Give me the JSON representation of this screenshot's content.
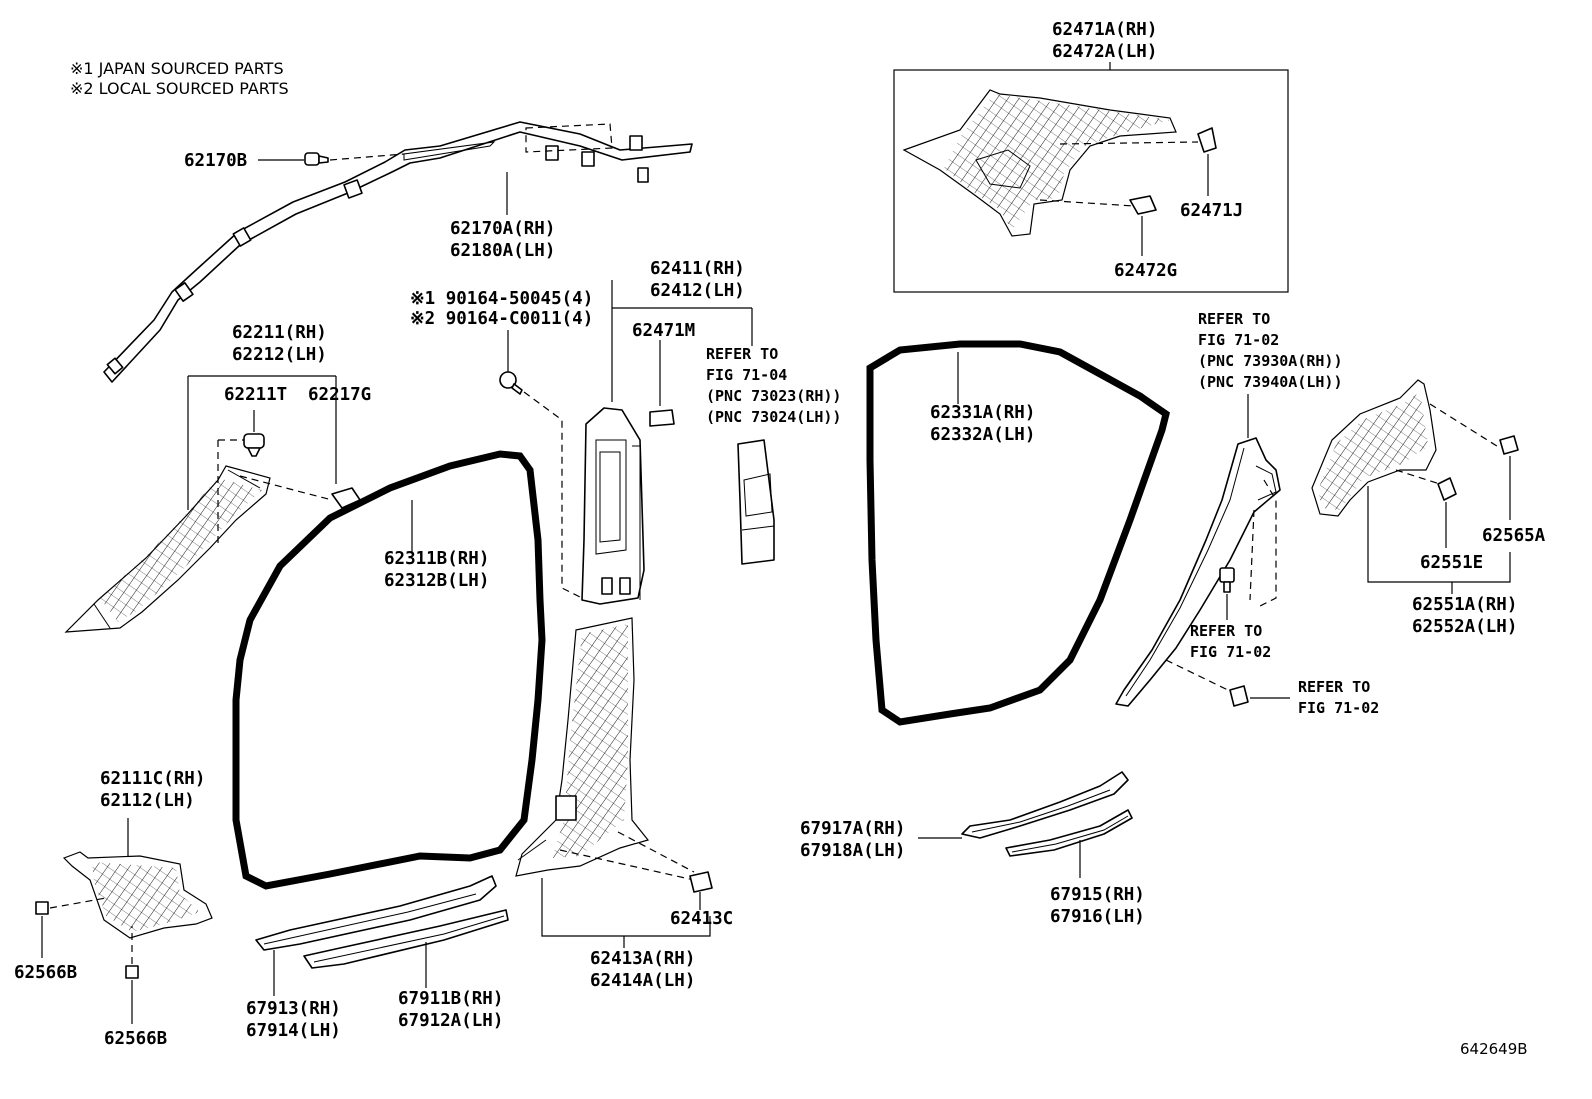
{
  "notes": [
    "※1 JAPAN SOURCED PARTS",
    "※2 LOCAL SOURCED PARTS"
  ],
  "figure_number": "642649B",
  "labels": {
    "p62170B": "62170B",
    "p62170A_rh": "62170A(RH)",
    "p62180A_lh": "62180A(LH)",
    "p62211_rh": "62211(RH)",
    "p62212_lh": "62212(LH)",
    "p62211T": "62211T",
    "p62217G": "62217G",
    "s1_90164": "※1 90164-50045(4)",
    "s2_90164": "※2 90164-C0011(4)",
    "p62411_rh": "62411(RH)",
    "p62412_lh": "62412(LH)",
    "p62471M": "62471M",
    "p62311B_rh": "62311B(RH)",
    "p62312B_lh": "62312B(LH)",
    "p62471A_rh": "62471A(RH)",
    "p62472A_lh": "62472A(LH)",
    "p62471J": "62471J",
    "p62472G": "62472G",
    "p62331A_rh": "62331A(RH)",
    "p62332A_lh": "62332A(LH)",
    "p62565A": "62565A",
    "p62551E": "62551E",
    "p62551A_rh": "62551A(RH)",
    "p62552A_lh": "62552A(LH)",
    "p62111C_rh": "62111C(RH)",
    "p62112_lh": "62112(LH)",
    "p62566B_a": "62566B",
    "p62566B_b": "62566B",
    "p67913_rh": "67913(RH)",
    "p67914_lh": "67914(LH)",
    "p67911B_rh": "67911B(RH)",
    "p67912A_lh": "67912A(LH)",
    "p62413C": "62413C",
    "p62413A_rh": "62413A(RH)",
    "p62414A_lh": "62414A(LH)",
    "p67917A_rh": "67917A(RH)",
    "p67918A_lh": "67918A(LH)",
    "p67915_rh": "67915(RH)",
    "p67916_lh": "67916(LH)"
  },
  "references": {
    "fig7104": [
      "REFER TO",
      "FIG 71-04",
      "(PNC 73023(RH))",
      "(PNC 73024(LH))"
    ],
    "fig7102_a": [
      "REFER TO",
      "FIG 71-02",
      "(PNC 73930A(RH))",
      "(PNC 73940A(LH))"
    ],
    "fig7102_b": [
      "REFER TO",
      "FIG 71-02"
    ],
    "fig7102_c": [
      "REFER TO",
      "FIG 71-02"
    ]
  }
}
